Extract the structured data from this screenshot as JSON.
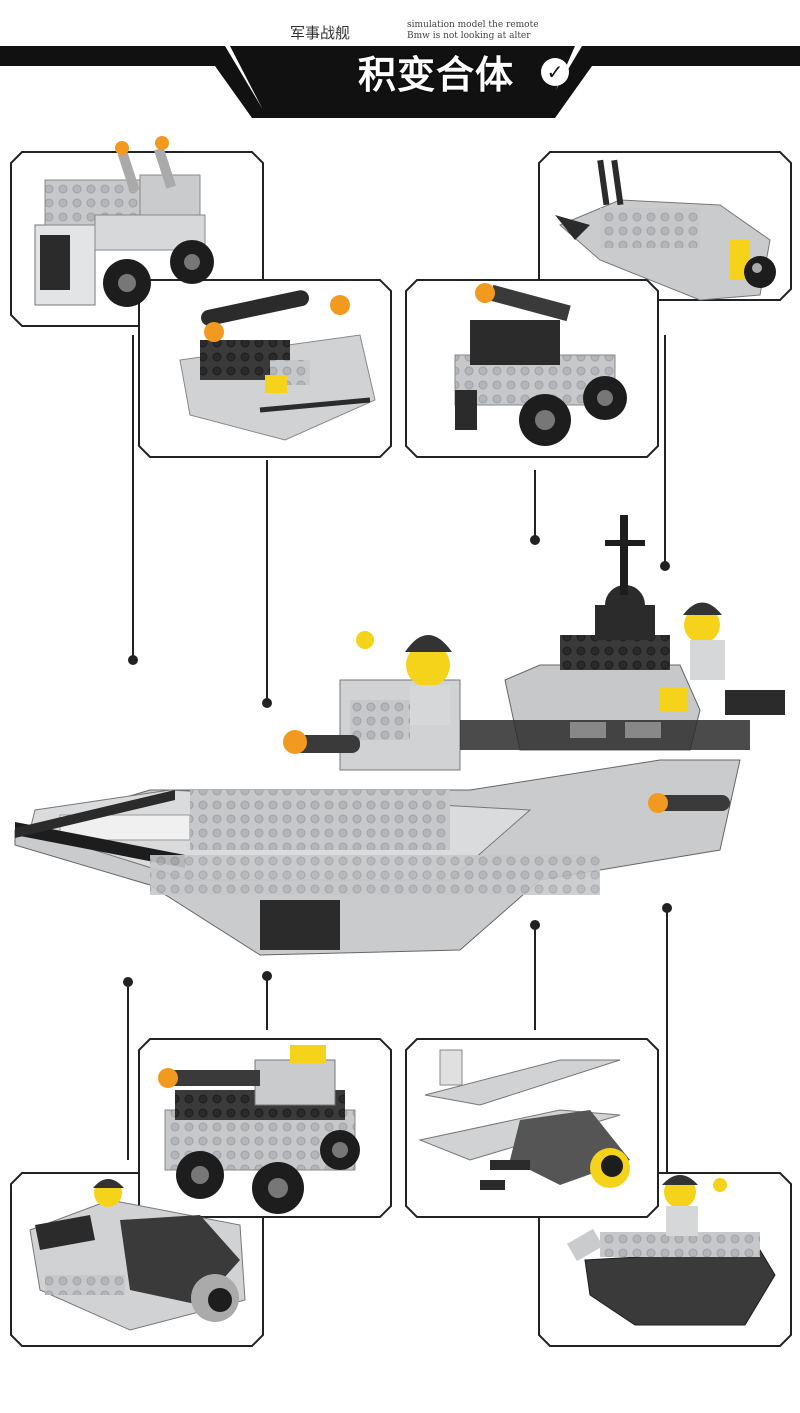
{
  "header": {
    "subtitle_cn": "军事战舰",
    "subtitle_en_line1": "simulation model the remote",
    "subtitle_en_line2": "Bmw is not looking at alter",
    "title": "积变合体",
    "badge_icon": "checkmark-circle-icon"
  },
  "panels": [
    {
      "name": "missile-truck",
      "icon": "truck-icon"
    },
    {
      "name": "submarine",
      "icon": "submarine-icon"
    },
    {
      "name": "hovercraft",
      "icon": "hovercraft-icon"
    },
    {
      "name": "cannon-vehicle",
      "icon": "cannon-truck-icon"
    },
    {
      "name": "tank",
      "icon": "tank-icon"
    },
    {
      "name": "biplane",
      "icon": "biplane-icon"
    },
    {
      "name": "fighter-jet",
      "icon": "jet-icon"
    },
    {
      "name": "patrol-boat",
      "icon": "boat-icon"
    }
  ],
  "central_model": {
    "name": "battleship",
    "icon": "battleship-icon"
  },
  "colors": {
    "banner": "#111111",
    "frame": "#222222",
    "brick_light": "#c9cbcd",
    "brick_dark": "#2b2b2b",
    "accent_orange": "#f29a1f",
    "accent_yellow": "#f6d31b"
  }
}
